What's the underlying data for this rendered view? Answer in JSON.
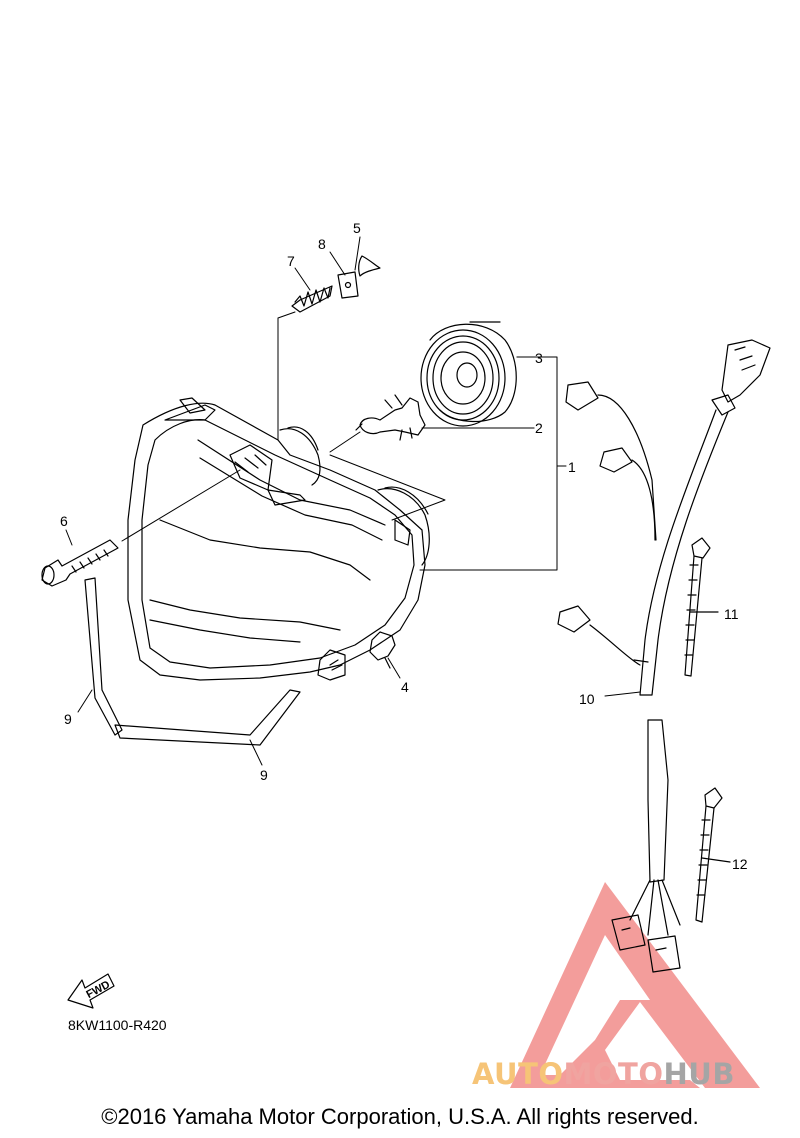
{
  "callouts": {
    "c1": "1",
    "c2": "2",
    "c3": "3",
    "c4": "4",
    "c5": "5",
    "c6": "6",
    "c7": "7",
    "c8": "8",
    "c9a": "9",
    "c9b": "9",
    "c10": "10",
    "c11": "11",
    "c12": "12"
  },
  "direction_arrow_label": "FWD",
  "diagram_code": "8KW1100-R420",
  "copyright": "©2016 Yamaha Motor Corporation, U.S.A. All rights reserved.",
  "watermark": {
    "part1": "AUTO",
    "part2": "MOTO",
    "part3": "HUB",
    "colors": {
      "part1": "#f6c477",
      "part2": "#f0a4a0",
      "part3": "#a5a5a5",
      "triangle": "#ef7d7a"
    }
  }
}
